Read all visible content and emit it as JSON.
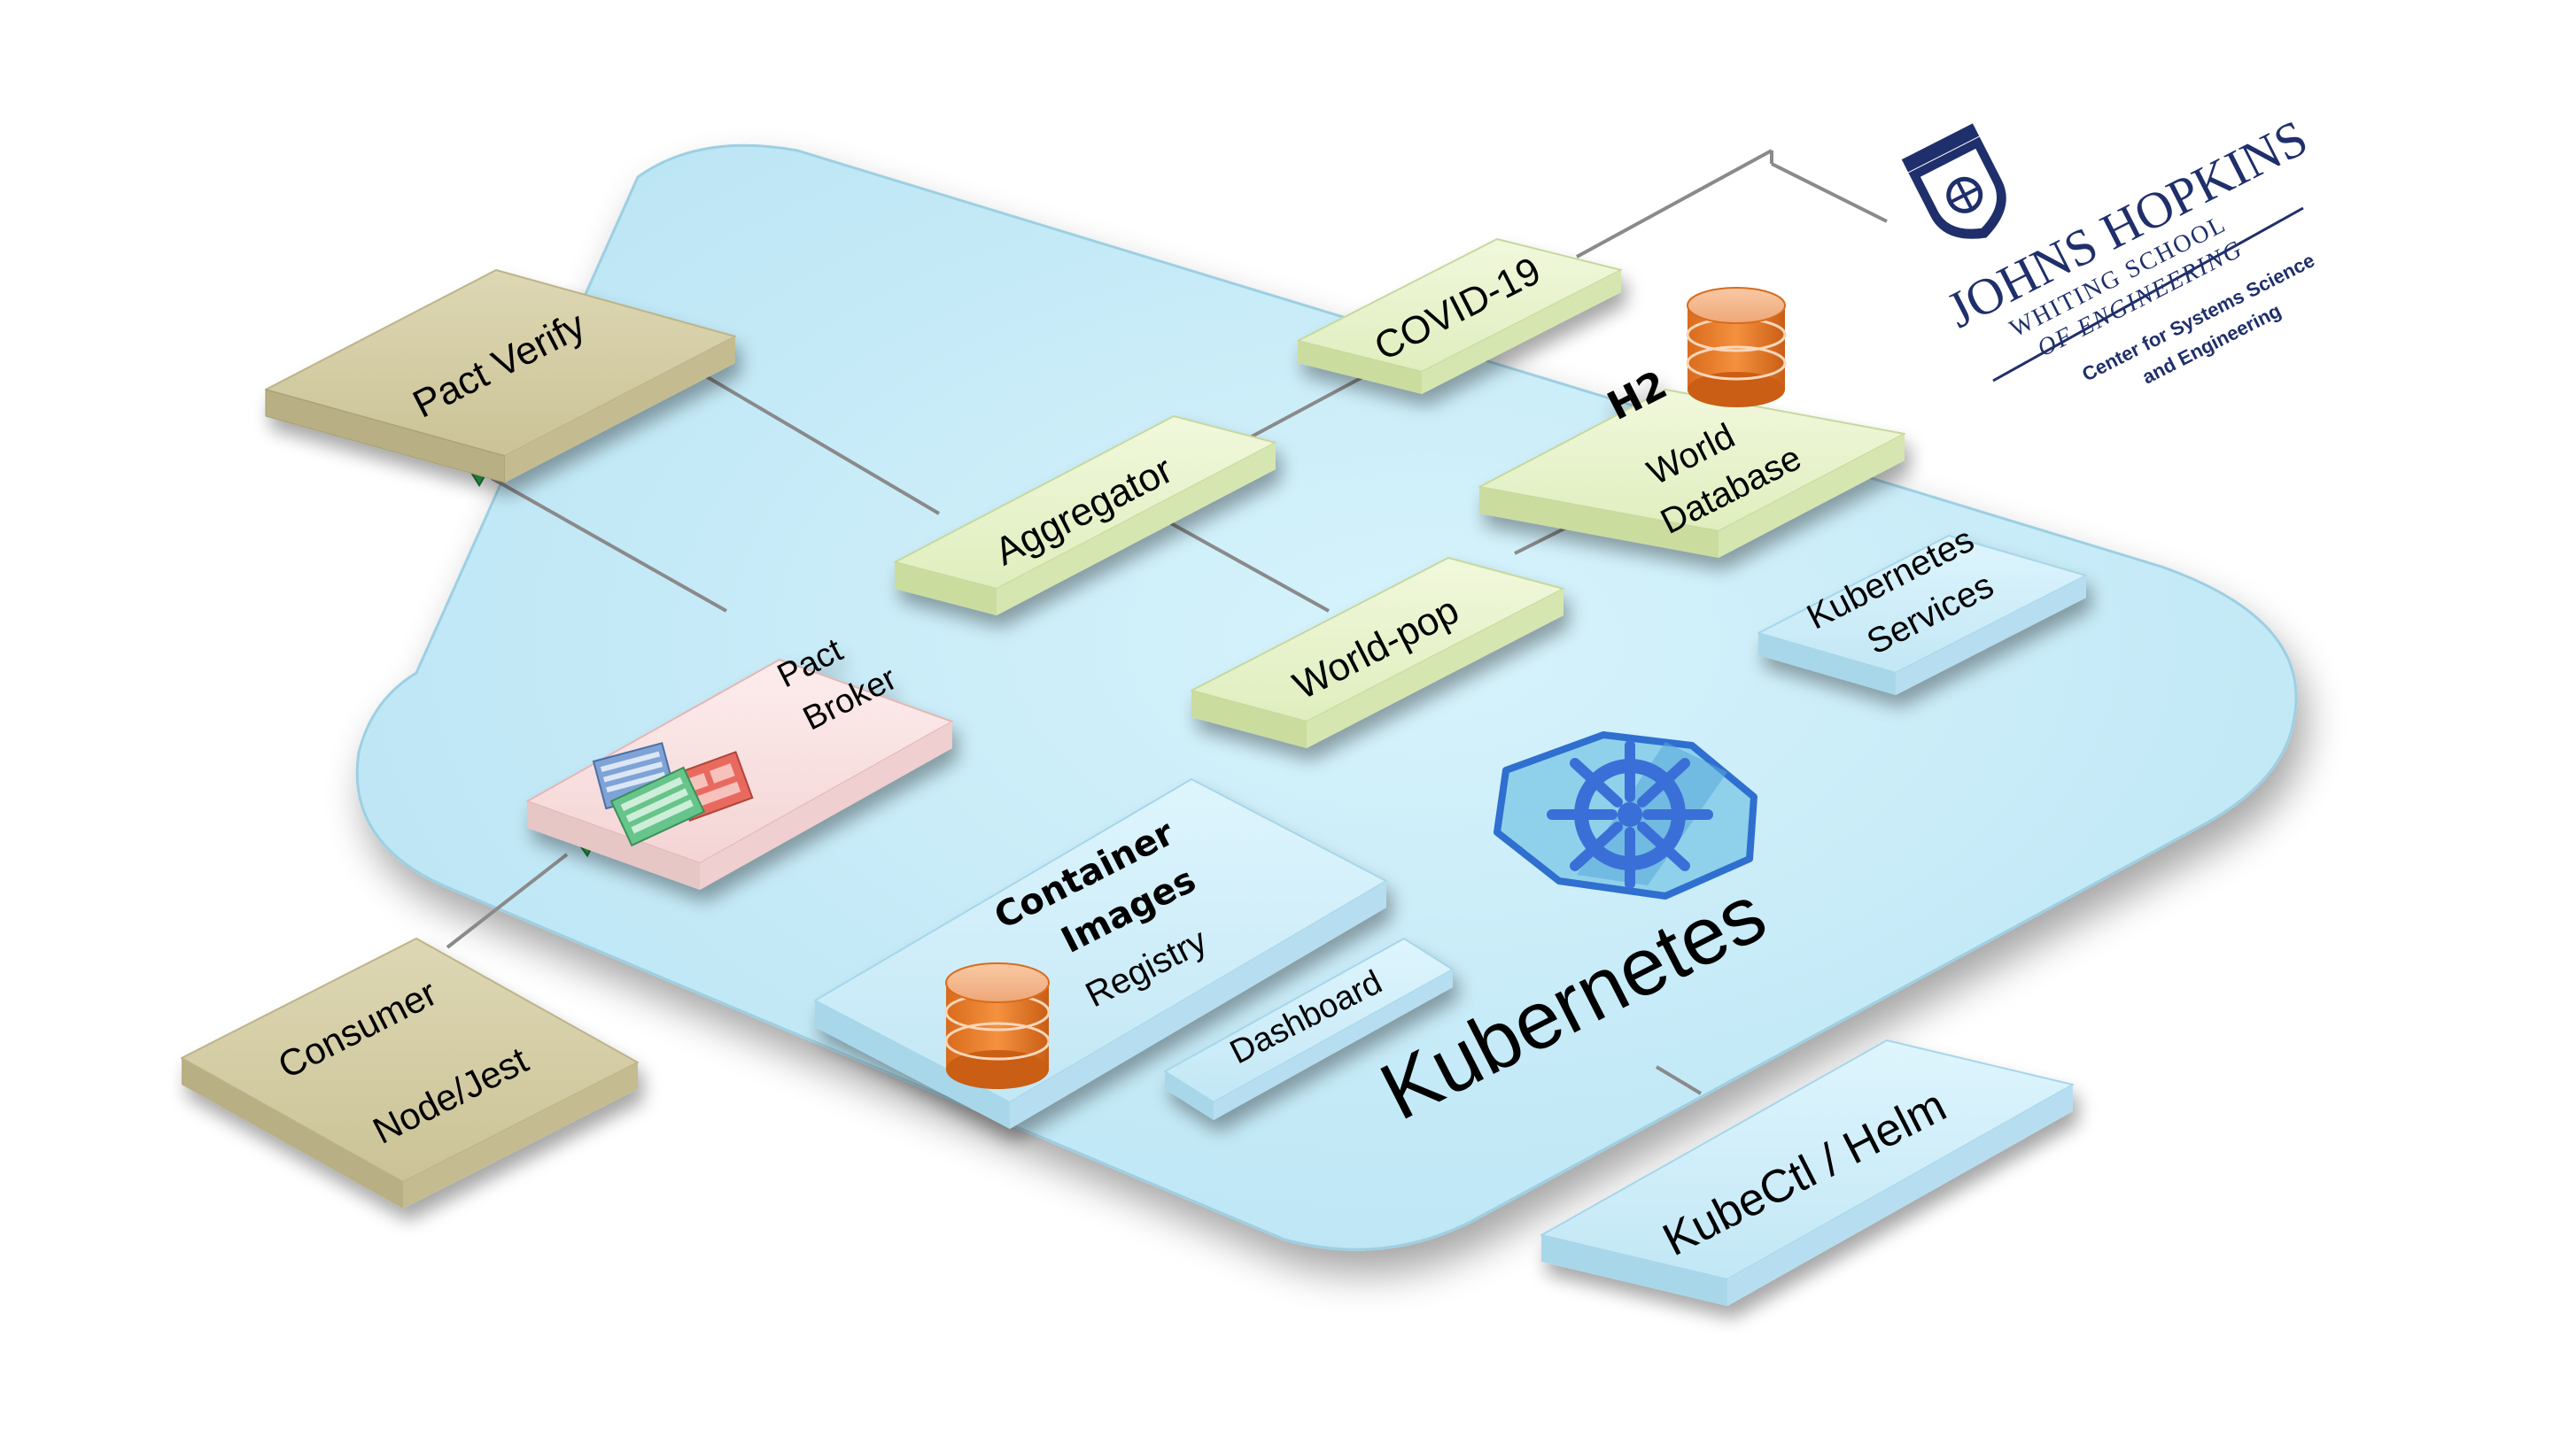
{
  "diagram": {
    "platform_label": "Kubernetes",
    "nodes": {
      "pact_verify": "Pact Verify",
      "covid19": "COVID-19",
      "aggregator": "Aggregator",
      "h2": "H2",
      "world_database_line1": "World",
      "world_database_line2": "Database",
      "world_pop": "World-pop",
      "kubernetes_services_line1": "Kubernetes",
      "kubernetes_services_line2": "Services",
      "pact_broker_line1": "Pact",
      "pact_broker_line2": "Broker",
      "container_images_line1": "Container",
      "container_images_line2": "Images",
      "registry": "Registry",
      "dashboard": "Dashboard",
      "consumer_line1": "Consumer",
      "consumer_line2": "Node/Jest",
      "kubectl_helm": "KubeCtl / Helm"
    }
  },
  "logo": {
    "university": "Johns Hopkins",
    "school_line1": "Whiting School",
    "school_line2": "of Engineering",
    "center_line1": "Center for Systems Science",
    "center_line2": "and Engineering"
  },
  "colors": {
    "platform_fill": "#cdeefa",
    "service_box": "#e8f3cd",
    "external_box": "#d6cfa6",
    "broker_box": "#f9e1e1",
    "infra_box": "#cdeefa",
    "database": "#f08a3c",
    "arrow": "#2fa84f",
    "logo_navy": "#1f2f6b"
  }
}
